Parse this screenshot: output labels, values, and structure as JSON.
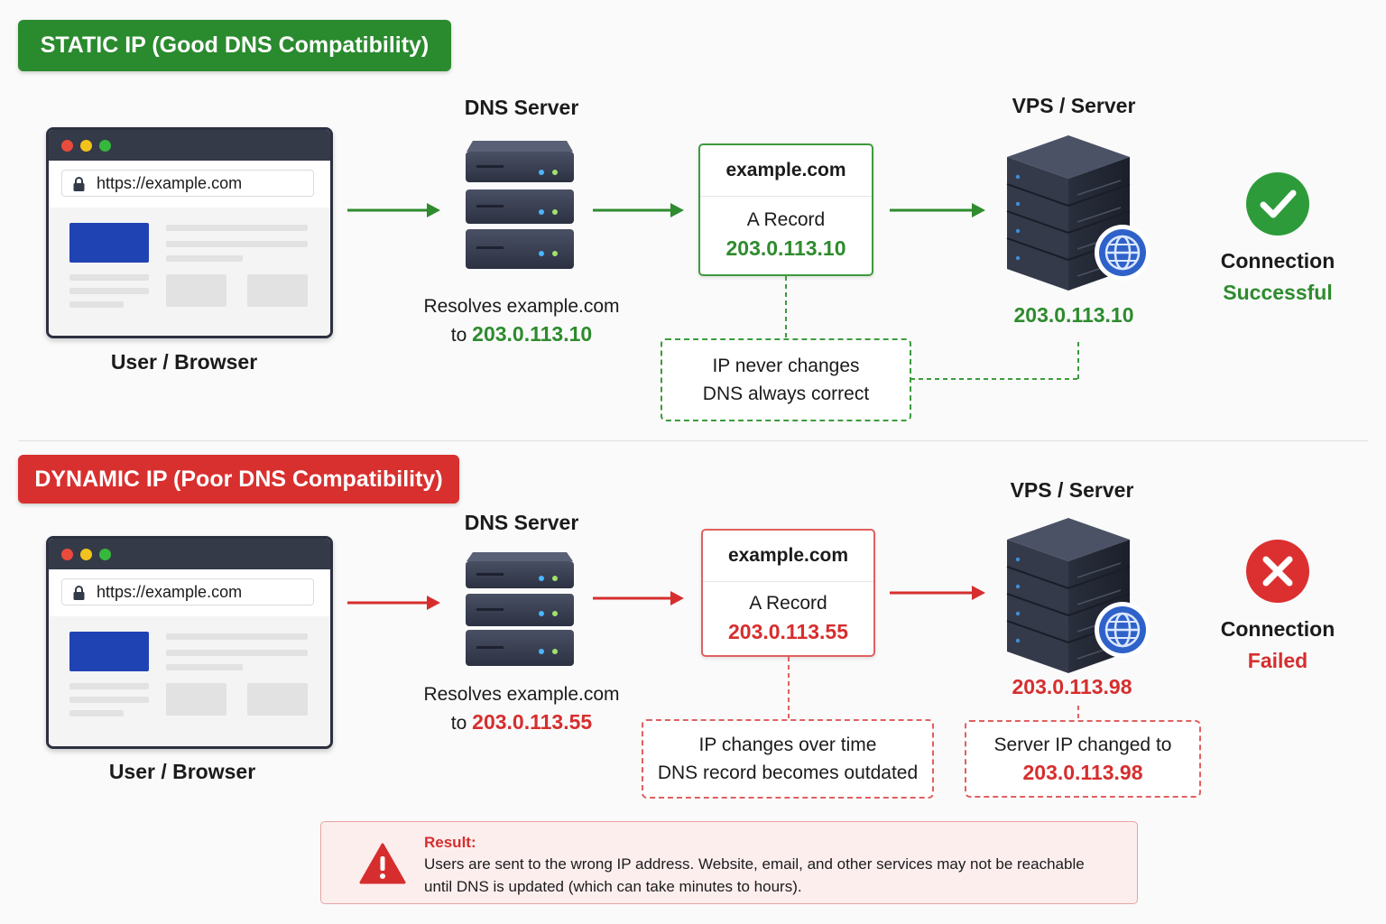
{
  "static": {
    "banner": "STATIC IP (Good DNS Compatibility)",
    "browser_url": "https://example.com",
    "user_label": "User / Browser",
    "dns_label": "DNS Server",
    "resolves_text": "Resolves example.com",
    "resolves_to": "to",
    "resolves_ip": "203.0.113.10",
    "record_domain": "example.com",
    "record_type": "A Record",
    "record_ip": "203.0.113.10",
    "note_line1": "IP never changes",
    "note_line2": "DNS always correct",
    "vps_label": "VPS / Server",
    "server_ip": "203.0.113.10",
    "status_line1": "Connection",
    "status_line2": "Successful"
  },
  "dynamic": {
    "banner": "DYNAMIC IP (Poor DNS Compatibility)",
    "browser_url": "https://example.com",
    "user_label": "User / Browser",
    "dns_label": "DNS Server",
    "resolves_text": "Resolves example.com",
    "resolves_to": "to",
    "resolves_ip": "203.0.113.55",
    "record_domain": "example.com",
    "record_type": "A Record",
    "record_ip": "203.0.113.55",
    "note_line1": "IP changes over time",
    "note_line2": "DNS record becomes outdated",
    "vps_label": "VPS / Server",
    "server_ip": "203.0.113.98",
    "changed_line1": "Server IP changed to",
    "changed_ip": "203.0.113.98",
    "status_line1": "Connection",
    "status_line2": "Failed"
  },
  "result": {
    "title": "Result:",
    "line1": "Users are sent to the wrong IP address. Website, email, and other services may not be reachable",
    "line2": "until DNS is updated (which can take minutes to hours)."
  },
  "colors": {
    "green": "#2e8b2e",
    "red": "#d62e2e",
    "banner_green": "#2a8a2e",
    "banner_red": "#d8302f"
  },
  "icons": {
    "success": "check-circle-icon",
    "failure": "x-circle-icon",
    "warning": "warning-triangle-icon",
    "globe": "globe-icon",
    "lock": "lock-icon"
  }
}
